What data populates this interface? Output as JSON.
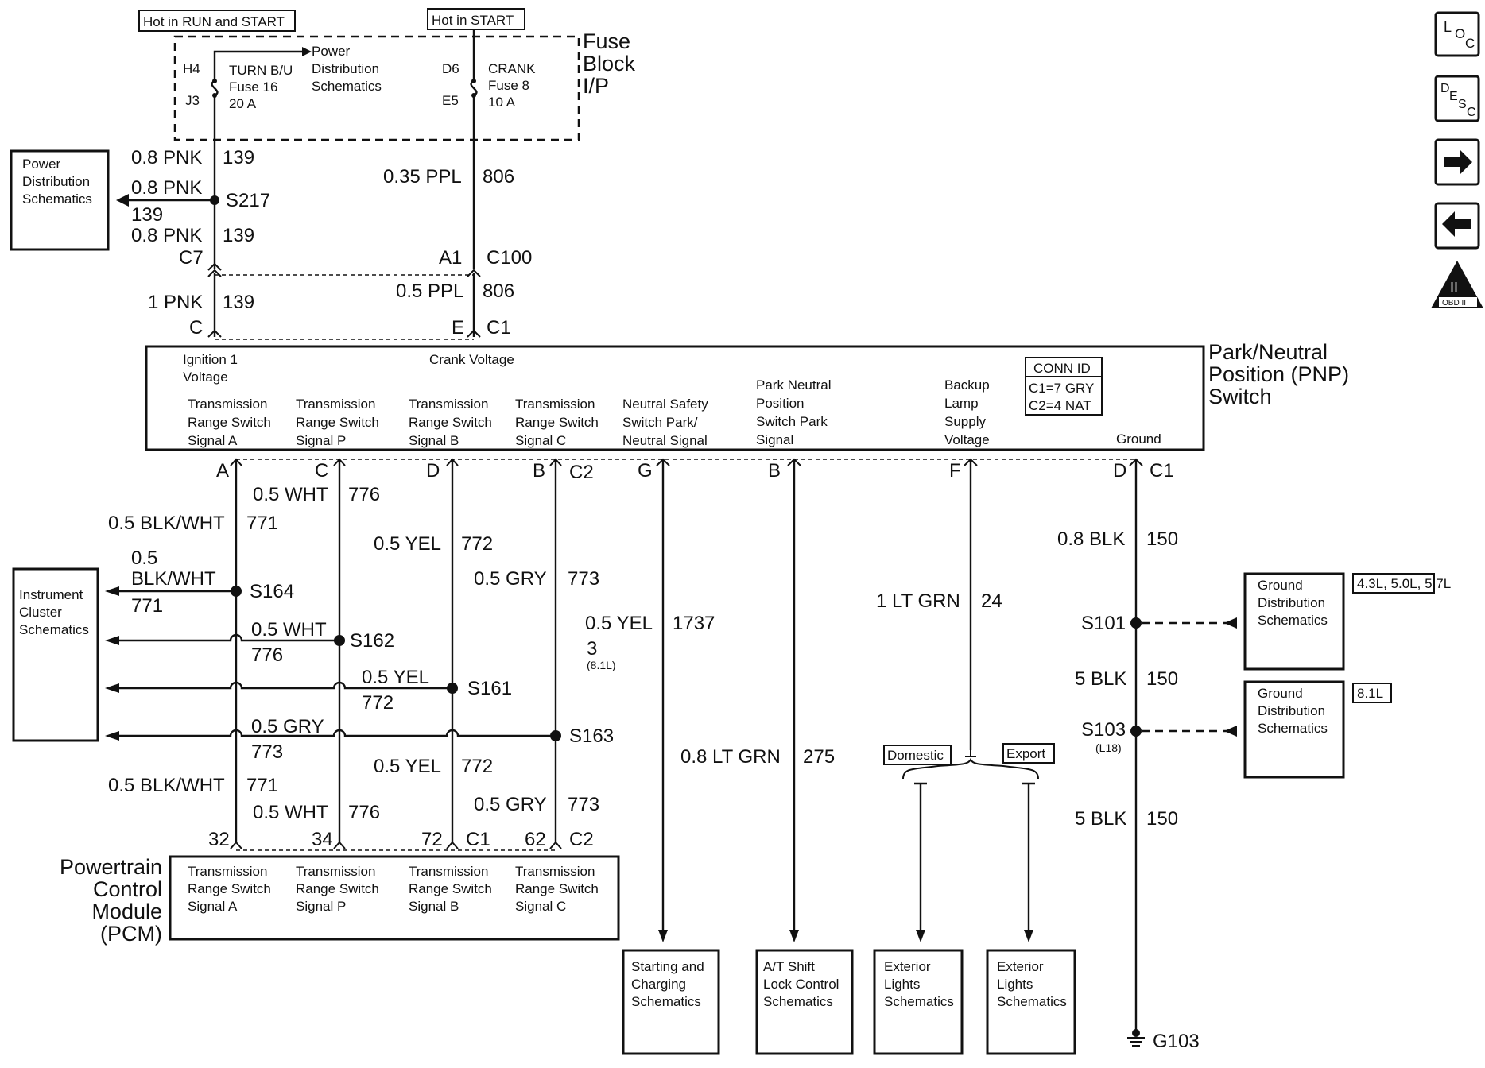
{
  "labels": {
    "hot_run_start": "Hot in RUN and START",
    "hot_start": "Hot in START",
    "fuse_block": [
      "Fuse",
      "Block",
      "I/P"
    ],
    "pin_h4": "H4",
    "pin_j3": "J3",
    "turn_fuse": [
      "TURN B/U",
      "Fuse 16",
      "20 A"
    ],
    "power_dist_top": [
      "Power",
      "Distribution",
      "Schematics"
    ],
    "pin_d6": "D6",
    "pin_e5": "E5",
    "crank_fuse": [
      "CRANK",
      "Fuse 8",
      "10 A"
    ],
    "power_dist_box": [
      "Power",
      "Distribution",
      "Schematics"
    ],
    "w_139a": [
      "0.8 PNK",
      "139"
    ],
    "w_139b": [
      "0.8 PNK",
      "139"
    ],
    "w_139c": [
      "0.8 PNK",
      "139"
    ],
    "s217": "S217",
    "c7": "C7",
    "w_806a": [
      "0.35 PPL",
      "806"
    ],
    "a1": "A1",
    "c100": "C100",
    "w_806b": [
      "0.5 PPL",
      "806"
    ],
    "w_139d": [
      "1 PNK",
      "139"
    ],
    "pin_c": "C",
    "pin_e": "E",
    "c1_top": "C1",
    "pnp_title": [
      "Park/Neutral",
      "Position (PNP)",
      "Switch"
    ],
    "ign1": [
      "Ignition 1",
      "Voltage"
    ],
    "crank_v": "Crank Voltage",
    "trs_a": [
      "Transmission",
      "Range Switch",
      "Signal A"
    ],
    "trs_p": [
      "Transmission",
      "Range Switch",
      "Signal P"
    ],
    "trs_b": [
      "Transmission",
      "Range Switch",
      "Signal B"
    ],
    "trs_c": [
      "Transmission",
      "Range Switch",
      "Signal C"
    ],
    "nss": [
      "Neutral Safety",
      "Switch Park/",
      "Neutral Signal"
    ],
    "pns": [
      "Park Neutral",
      "Position",
      "Switch Park",
      "Signal"
    ],
    "backup": [
      "Backup",
      "Lamp",
      "Supply",
      "Voltage"
    ],
    "ground": "Ground",
    "conn_id": [
      "CONN ID",
      "C1=7 GRY",
      "C2=4 NAT"
    ],
    "pins_row": [
      "A",
      "C",
      "D",
      "B",
      "C2",
      "G",
      "B",
      "F",
      "D",
      "C1"
    ],
    "w_776a": [
      "0.5 WHT",
      "776"
    ],
    "w_771a": [
      "0.5 BLK/WHT",
      "771"
    ],
    "w_772a": [
      "0.5 YEL",
      "772"
    ],
    "w_773a": [
      "0.5 GRY",
      "773"
    ],
    "w_150a": [
      "0.8 BLK",
      "150"
    ],
    "w_771b": [
      "0.5",
      "BLK/WHT",
      "771"
    ],
    "s164": "S164",
    "ic_box": [
      "Instrument",
      "Cluster",
      "Schematics"
    ],
    "w_776b": [
      "0.5 WHT",
      "776"
    ],
    "s162": "S162",
    "w_772b": [
      "0.5 YEL",
      "772"
    ],
    "s161": "S161",
    "w_773b": [
      "0.5 GRY",
      "773"
    ],
    "s163": "S163",
    "w_1737": [
      "0.5 YEL",
      "1737"
    ],
    "w_3": [
      "3",
      "(8.1L)"
    ],
    "w_24": [
      "1 LT GRN",
      "24"
    ],
    "s101": "S101",
    "w_150b": [
      "5 BLK",
      "150"
    ],
    "s103": [
      "S103",
      "(L18)"
    ],
    "w_150c": [
      "5 BLK",
      "150"
    ],
    "gd1": [
      "Ground",
      "Distribution",
      "Schematics"
    ],
    "gd1_tag": "4.3L, 5.0L, 5.7L",
    "gd2": [
      "Ground",
      "Distribution",
      "Schematics"
    ],
    "gd2_tag": "8.1L",
    "w_275": [
      "0.8 LT GRN",
      "275"
    ],
    "domestic": "Domestic",
    "export": "Export",
    "w_771c": [
      "0.5 BLK/WHT",
      "771"
    ],
    "w_772c": [
      "0.5 YEL",
      "772"
    ],
    "w_776c": [
      "0.5 WHT",
      "776"
    ],
    "w_773c": [
      "0.5 GRY",
      "773"
    ],
    "pcm_pins": [
      "32",
      "34",
      "72",
      "C1",
      "62",
      "C2"
    ],
    "pcm_title": [
      "Powertrain",
      "Control",
      "Module",
      "(PCM)"
    ],
    "pcm_a": [
      "Transmission",
      "Range Switch",
      "Signal A"
    ],
    "pcm_p": [
      "Transmission",
      "Range Switch",
      "Signal P"
    ],
    "pcm_b": [
      "Transmission",
      "Range Switch",
      "Signal B"
    ],
    "pcm_c": [
      "Transmission",
      "Range Switch",
      "Signal C"
    ],
    "start_box": [
      "Starting and",
      "Charging",
      "Schematics"
    ],
    "at_box": [
      "A/T Shift",
      "Lock Control",
      "Schematics"
    ],
    "ext1": [
      "Exterior",
      "Lights",
      "Schematics"
    ],
    "ext2": [
      "Exterior",
      "Lights",
      "Schematics"
    ],
    "g103": "G103"
  },
  "nav": {
    "loc": [
      "L",
      "O",
      "C"
    ],
    "desc": [
      "D",
      "E",
      "S",
      "C"
    ],
    "obd": "OBD II",
    "obd_roman": "II"
  }
}
